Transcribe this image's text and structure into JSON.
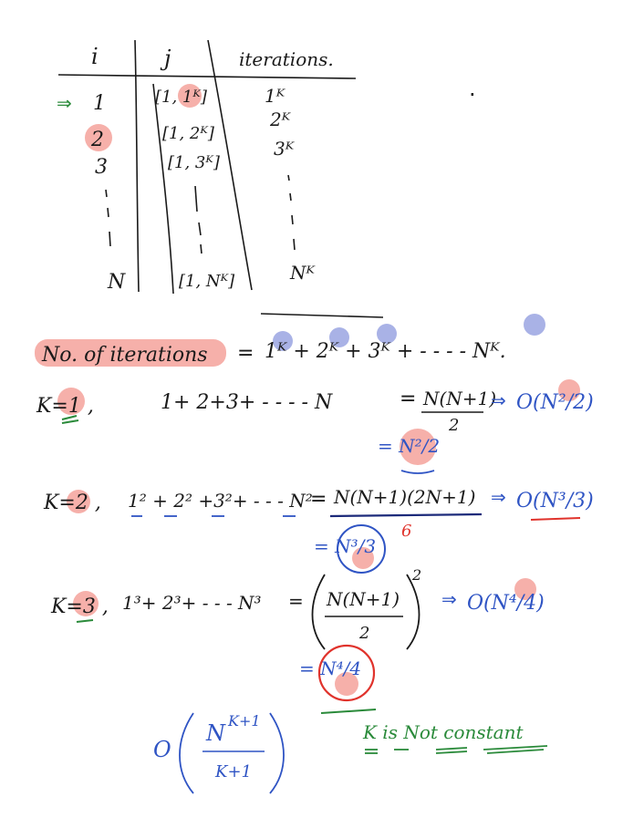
{
  "table": {
    "headers": [
      "i",
      "j",
      "iterations."
    ],
    "rows": [
      {
        "i": "1",
        "j": "[1, 1ᴷ]",
        "iter": "1ᴷ"
      },
      {
        "i": "2",
        "j": "[1, 2ᴷ]",
        "iter": "2ᴷ"
      },
      {
        "i": "3",
        "j": "[1, 3ᴷ]",
        "iter": "3ᴷ"
      },
      {
        "i": "N",
        "j": "[1, Nᴷ]",
        "iter": "Nᴷ"
      }
    ],
    "arrow": "⇒",
    "dot": "·"
  },
  "summary": {
    "label": "No. of iterations",
    "eq": "=",
    "expr": "1ᴷ + 2ᴷ + 3ᴷ + - - - - Nᴷ."
  },
  "k1": {
    "label": "K=1 ,",
    "sum": "1+ 2+3+ - - - - N",
    "eq": "=",
    "num": "N(N+1)",
    "den": "2",
    "implies": "⇒",
    "bigo": "O(N²/2)",
    "approx": "= N²/2"
  },
  "k2": {
    "label": "K=2 ,",
    "sum": "1² + 2² +3²+ - - - N²",
    "eq": "=",
    "num": "N(N+1)(2N+1)",
    "den": "6",
    "implies": "⇒",
    "bigo": "O(N³/3)",
    "approx": "= N³/3"
  },
  "k3": {
    "label": "K=3 ,",
    "sum": "1³+ 2³+ - - - N³",
    "eq": "=",
    "num": "N(N+1)",
    "den": "2",
    "power": "2",
    "implies": "⇒",
    "bigo": "O(N⁴/4)",
    "approx": "= N⁴/4"
  },
  "general": {
    "o": "O",
    "num": "N",
    "exp": "K+1",
    "den": "K+1",
    "note": "K is Not constant"
  },
  "colors": {
    "ink": "#1a1a1a",
    "blue": "#2f54c4",
    "green": "#2a8a3a",
    "red": "#e0332c",
    "highlight": "#f4a29b",
    "purpleCircle": "#9aa4e2"
  }
}
